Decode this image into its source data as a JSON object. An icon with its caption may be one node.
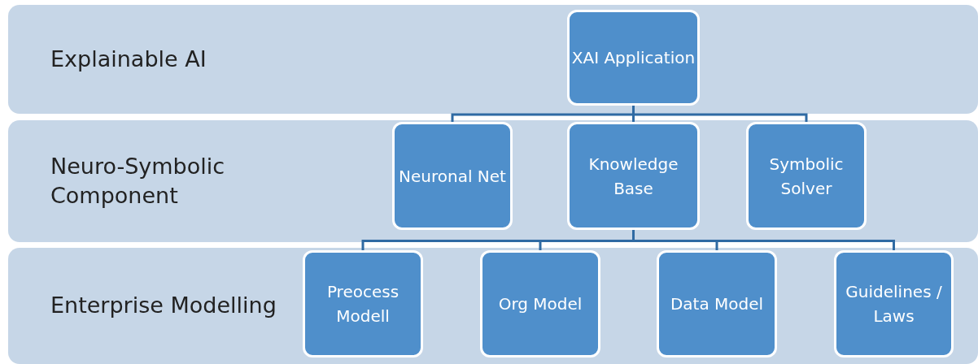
{
  "diagram": {
    "nodes": [
      {
        "text": [
          "Explainable AI"
        ]
      },
      {
        "text": [
          "XAI Application"
        ],
        "in": 0
      },
      {
        "text": [
          "Neuro-Symbolic Component"
        ]
      },
      {
        "text": [
          "Neuronal Net"
        ],
        "in": 2
      },
      {
        "text": [
          "Knowledge Base"
        ],
        "in": 2
      },
      {
        "text": [
          "Symbolic Solver"
        ],
        "in": 2
      },
      {
        "text": [
          "Enterprise Modelling"
        ]
      },
      {
        "text": [
          "Preocess Modell"
        ],
        "in": 6
      },
      {
        "text": [
          "Org Model"
        ],
        "in": 6
      },
      {
        "text": [
          "Data Model"
        ],
        "in": 6
      },
      {
        "text": [
          "Guidelines / Laws"
        ],
        "in": 6
      }
    ],
    "edges": [
      {
        "from": 1,
        "to": 3,
        "arrow": "none"
      },
      {
        "from": 1,
        "to": 4,
        "arrow": "none"
      },
      {
        "from": 1,
        "to": 5,
        "arrow": "none"
      },
      {
        "from": 4,
        "to": 7,
        "arrow": "none"
      },
      {
        "from": 4,
        "to": 8,
        "arrow": "none"
      },
      {
        "from": 4,
        "to": 9,
        "arrow": "none"
      },
      {
        "from": 4,
        "to": 10,
        "arrow": "none"
      }
    ]
  }
}
